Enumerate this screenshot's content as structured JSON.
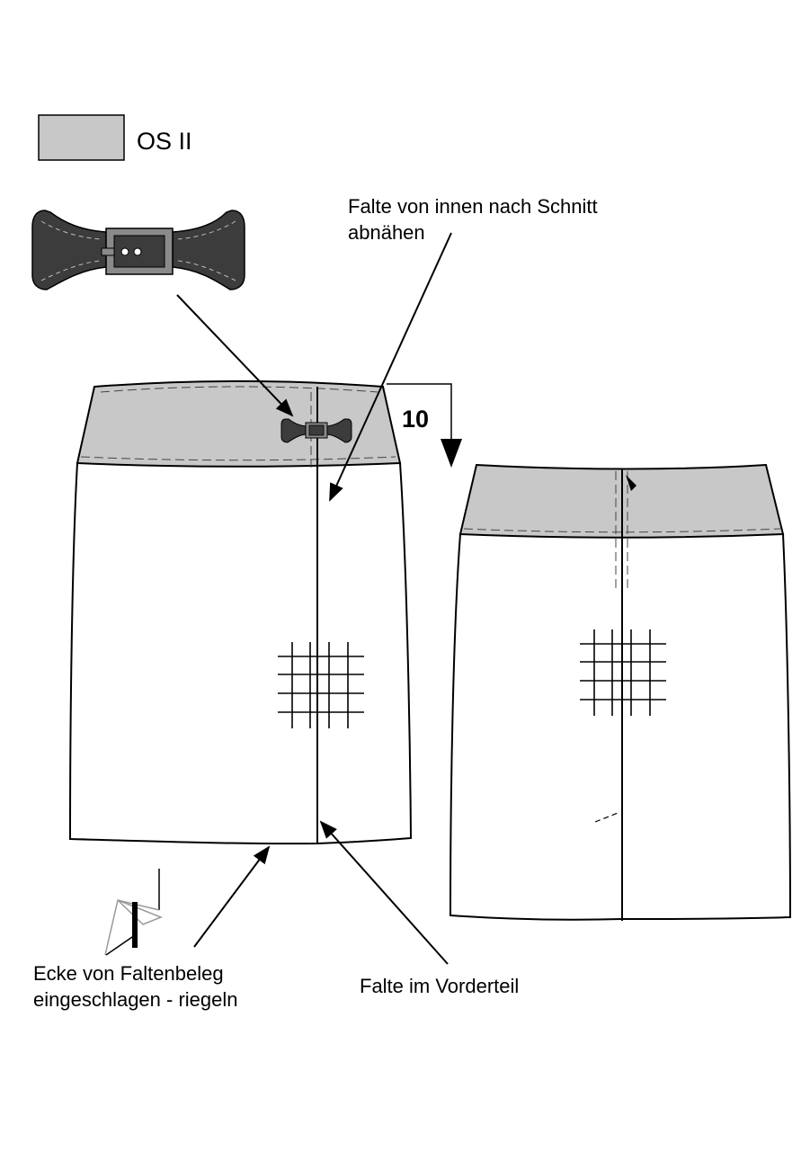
{
  "legend": {
    "label": "OS II",
    "swatch_color": "#c8c8c8"
  },
  "annotations": {
    "top_line1": "Falte von innen nach Schnitt",
    "top_line2": "abnähen",
    "measure": "10",
    "bottom_left_line1": "Ecke von Faltenbeleg",
    "bottom_left_line2": "eingeschlagen - riegeln",
    "bottom_right": "Falte im Vorderteil"
  },
  "colors": {
    "waistband": "#c8c8c8",
    "buckle_leather": "#3c3c3c",
    "buckle_metal": "#8a8a8a",
    "outline": "#000000"
  },
  "icons": {
    "buckle": "belt-buckle-icon",
    "tack_detail": "bar-tack-detail-icon"
  }
}
